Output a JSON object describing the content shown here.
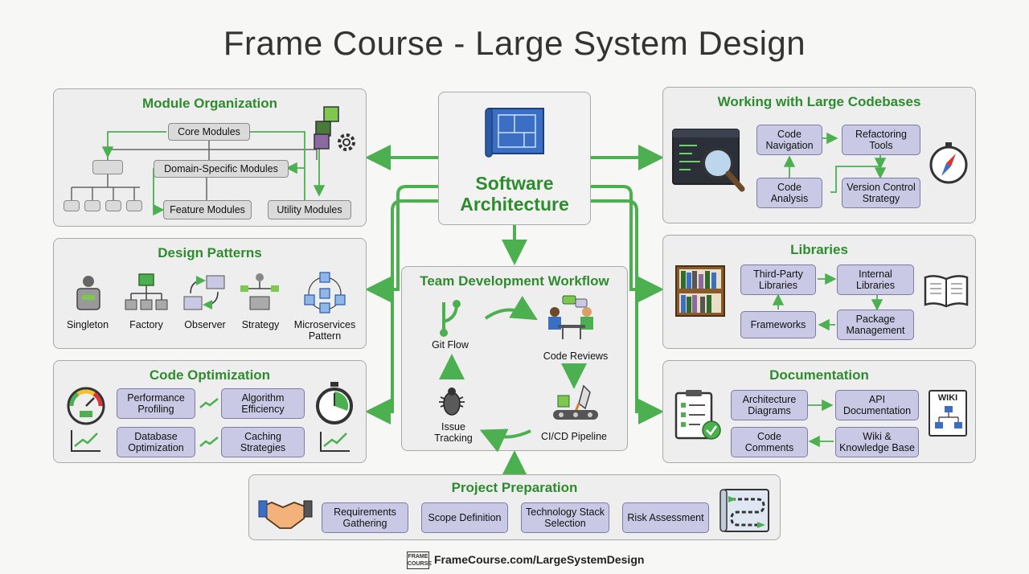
{
  "title": "Frame Course - Large System Design",
  "center": {
    "line1": "Software",
    "line2": "Architecture"
  },
  "module_org": {
    "title": "Module Organization",
    "core": "Core Modules",
    "domain": "Domain-Specific Modules",
    "feature": "Feature Modules",
    "utility": "Utility Modules"
  },
  "codebases": {
    "title": "Working with Large Codebases",
    "navigation": "Code Navigation",
    "refactoring": "Refactoring Tools",
    "analysis": "Code Analysis",
    "version": "Version Control Strategy"
  },
  "patterns": {
    "title": "Design Patterns",
    "items": [
      "Singleton",
      "Factory",
      "Observer",
      "Strategy",
      "Microservices Pattern"
    ]
  },
  "team": {
    "title": "Team Development Workflow",
    "git": "Git Flow",
    "reviews": "Code Reviews",
    "cicd": "CI/CD Pipeline",
    "issues": "Issue Tracking"
  },
  "libraries": {
    "title": "Libraries",
    "third": "Third-Party Libraries",
    "internal": "Internal Libraries",
    "frameworks": "Frameworks",
    "package": "Package Management"
  },
  "optimization": {
    "title": "Code Optimization",
    "perf": "Performance Profiling",
    "algo": "Algorithm Efficiency",
    "db": "Database Optimization",
    "cache": "Caching Strategies"
  },
  "documentation": {
    "title": "Documentation",
    "arch": "Architecture Diagrams",
    "api": "API Documentation",
    "comments": "Code Comments",
    "wiki": "Wiki & Knowledge Base",
    "wiki_badge": "WIKI"
  },
  "preparation": {
    "title": "Project Preparation",
    "items": [
      "Requirements Gathering",
      "Scope Definition",
      "Technology Stack Selection",
      "Risk Assessment"
    ]
  },
  "footer": {
    "url": "FrameCourse.com/LargeSystemDesign",
    "logo_line1": "FRAME",
    "logo_line2": "COURSE"
  },
  "colors": {
    "accent_green": "#2e8b2e",
    "arrow_green": "#4caf50",
    "pill_purple": "#c9c9e6"
  }
}
